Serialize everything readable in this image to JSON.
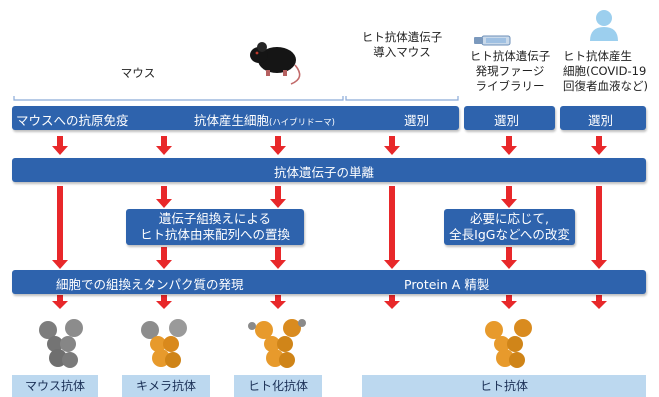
{
  "headers": {
    "mouse": "マウス",
    "human_ab_mouse_line1": "ヒト抗体遺伝子",
    "human_ab_mouse_line2": "導入マウス",
    "phage_line1": "ヒト抗体遺伝子",
    "phage_line2": "発現ファージ",
    "phage_line3": "ライブラリー",
    "cells_line1": "ヒト抗体産生",
    "cells_line2": "細胞(COVID-19",
    "cells_line3": "回復者血液など)"
  },
  "row1": {
    "immunize": "マウスへの抗原免疫",
    "producing_cells": "抗体産生細胞",
    "hybridoma": "(ハイブリドーマ)",
    "select": "選別",
    "select_phage": "選別",
    "select_cells": "選別"
  },
  "row2": {
    "isolation": "抗体遺伝子の単離"
  },
  "row3": {
    "recomb_line1": "遺伝子組換えによる",
    "recomb_line2": "ヒト抗体由来配列への置換",
    "modify_line1": "必要に応じて,",
    "modify_line2": "全長IgGなどへの改変"
  },
  "row4": {
    "expression": "細胞での組換えタンパク質の発現",
    "purification": "Protein A 精製"
  },
  "labels": {
    "mouse_ab": "マウス抗体",
    "chimeric_ab": "キメラ抗体",
    "humanized_ab": "ヒト化抗体",
    "human_ab": "ヒト抗体"
  },
  "colors": {
    "bar_blue": "#2e63ad",
    "arrow_red": "#e8282a",
    "label_light_blue": "#bcd8ef",
    "mouse_antibody_gray": "#8a8a8a",
    "human_antibody_orange": "#e79a2c"
  }
}
